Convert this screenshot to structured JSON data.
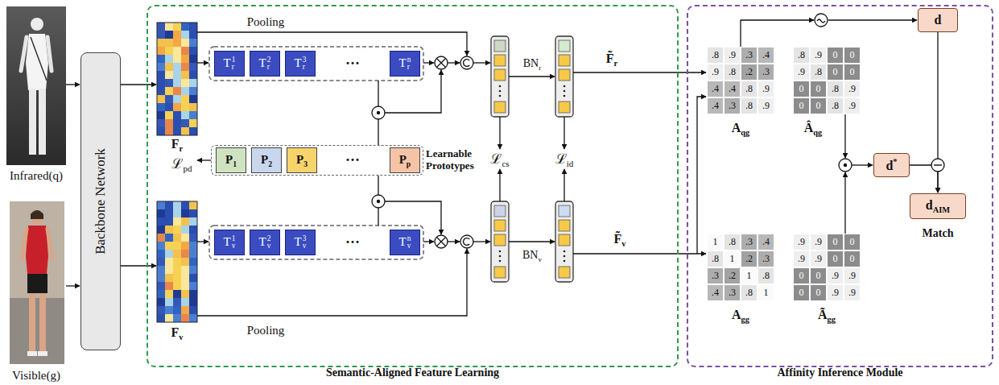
{
  "diagram": {
    "nodes": [
      {
        "text": [
          "Backbone Network"
        ]
      },
      {
        "text": [
          "Semantic-Aligned Feature Learning"
        ]
      },
      {
        "text": [
          "T",
          "r",
          "1"
        ],
        "in": 1
      },
      {
        "text": [
          "T",
          "r",
          "2"
        ],
        "in": 1
      },
      {
        "text": [
          "T",
          "r",
          "3"
        ],
        "in": 1
      },
      {
        "text": [
          "T",
          "r",
          "n"
        ],
        "in": 1
      },
      {
        "text": [
          "Learnable Prototypes"
        ],
        "in": 1
      },
      {
        "text": [
          "P",
          "1"
        ],
        "in": 6
      },
      {
        "text": [
          "P",
          "2"
        ],
        "in": 6
      },
      {
        "text": [
          "P",
          "3"
        ],
        "in": 6
      },
      {
        "text": [
          "P",
          "p"
        ],
        "in": 6
      },
      {
        "text": [
          "T",
          "v",
          "1"
        ],
        "in": 1
      },
      {
        "text": [
          "T",
          "v",
          "2"
        ],
        "in": 1
      },
      {
        "text": [
          "T",
          "v",
          "3"
        ],
        "in": 1
      },
      {
        "text": [
          "T",
          "v",
          "n"
        ],
        "in": 1
      },
      {
        "text": [
          "Affinity Inference Module"
        ]
      },
      {
        "text": [
          "d"
        ],
        "in": 15
      },
      {
        "text": [
          "d",
          "*"
        ],
        "in": 15
      },
      {
        "text": [
          "d",
          "AIM"
        ],
        "in": 15
      }
    ],
    "edges": [
      {
        "from": 16,
        "to": 18,
        "arrow": "to"
      },
      {
        "from": 17,
        "to": 18,
        "arrow": "to"
      }
    ],
    "labels": [
      "Infrared(q)",
      "Visible(g)",
      "F",
      "r",
      "F",
      "v",
      "Pooling",
      "Pooling",
      "···",
      "···",
      "···",
      "ℒ",
      "pd",
      "ℒ",
      "cs",
      "ℒ",
      "id",
      "BN",
      "r",
      "BN",
      "v",
      "F̃",
      "r",
      "F̃",
      "v",
      ".8",
      ".9",
      ".3",
      ".4",
      ".9",
      ".8",
      ".2",
      ".3",
      ".4",
      ".4",
      ".8",
      ".9",
      ".4",
      ".3",
      ".8",
      ".9",
      "A",
      "qg",
      ".8",
      ".9",
      "0",
      "0",
      ".9",
      ".8",
      "0",
      "0",
      "0",
      "0",
      ".8",
      ".9",
      "0",
      "0",
      ".8",
      ".9",
      "Â",
      "qg",
      "1",
      ".8",
      ".3",
      ".4",
      ".8",
      "1",
      ".2",
      ".3",
      ".3",
      ".2",
      "1",
      ".8",
      ".4",
      ".3",
      ".8",
      "1",
      "A",
      "gg",
      ".9",
      ".9",
      "0",
      "0",
      ".9",
      ".9",
      "0",
      "0",
      "0",
      "0",
      ".9",
      ".9",
      "0",
      "0",
      ".9",
      ".9",
      "Ã",
      "gg",
      "Match"
    ]
  }
}
